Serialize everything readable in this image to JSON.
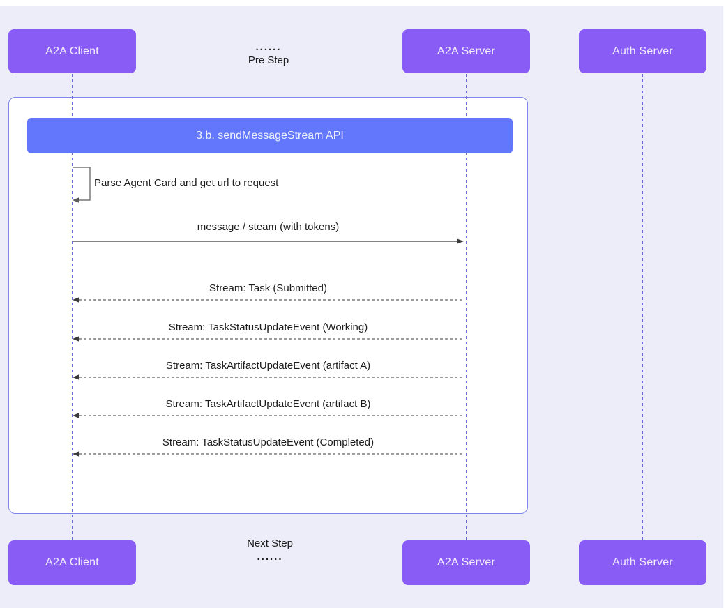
{
  "colors": {
    "background": "#ECEDF9",
    "actor_fill": "#8A5CF6",
    "actor_text": "#F2EDFD",
    "fragment_bar_fill": "#6277FB",
    "frame_border": "#7D85EA",
    "lifeline": "#6B6BD6",
    "message_line": "#3A3A3A"
  },
  "actors": {
    "client": "A2A Client",
    "server": "A2A Server",
    "auth": "Auth Server"
  },
  "pre_step": {
    "dots": "......",
    "label": "Pre Step"
  },
  "next_step": {
    "label": "Next Step",
    "dots": "......"
  },
  "fragment_title": "3.b. sendMessageStream API",
  "messages": {
    "self_loop": "Parse Agent Card and get url to request",
    "request": "message / steam (with tokens)",
    "stream_events": [
      "Stream: Task (Submitted)",
      "Stream: TaskStatusUpdateEvent (Working)",
      "Stream: TaskArtifactUpdateEvent (artifact A)",
      "Stream: TaskArtifactUpdateEvent (artifact B)",
      "Stream: TaskStatusUpdateEvent (Completed)"
    ]
  }
}
